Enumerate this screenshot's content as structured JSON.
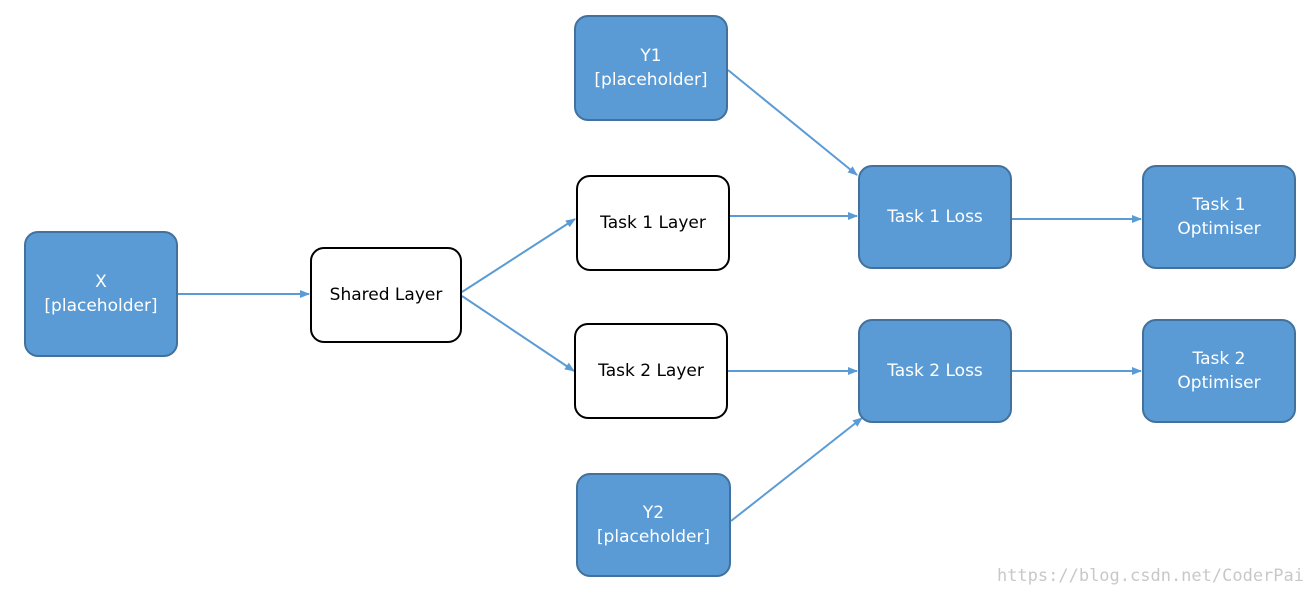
{
  "colors": {
    "node_fill": "#5b9bd5",
    "node_border": "#41719c",
    "edge": "#5b9bd5",
    "outline_border": "#000000"
  },
  "nodes": {
    "x": {
      "line1": "X",
      "line2": "[placeholder]"
    },
    "shared": {
      "label": "Shared Layer"
    },
    "task1_layer": {
      "label": "Task 1 Layer"
    },
    "task2_layer": {
      "label": "Task 2 Layer"
    },
    "y1": {
      "line1": "Y1",
      "line2": "[placeholder]"
    },
    "y2": {
      "line1": "Y2",
      "line2": "[placeholder]"
    },
    "task1_loss": {
      "label": "Task 1 Loss"
    },
    "task2_loss": {
      "label": "Task 2 Loss"
    },
    "task1_opt": {
      "line1": "Task 1",
      "line2": "Optimiser"
    },
    "task2_opt": {
      "line1": "Task 2",
      "line2": "Optimiser"
    }
  },
  "watermark": "https://blog.csdn.net/CoderPai"
}
